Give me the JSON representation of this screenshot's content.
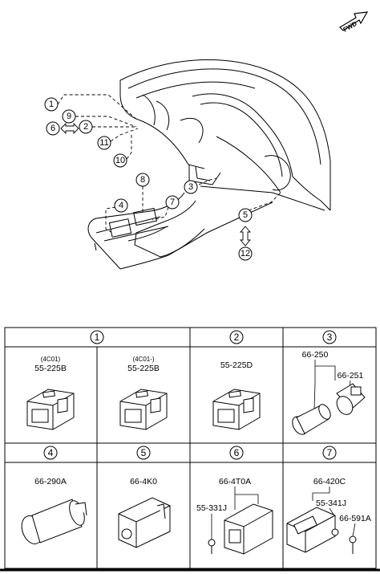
{
  "fwd_label": "FWD",
  "callouts": [
    "1",
    "2",
    "3",
    "4",
    "5",
    "6",
    "7",
    "8",
    "9",
    "10",
    "11",
    "12"
  ],
  "table": {
    "cells": [
      {
        "num": "1",
        "parts": [
          {
            "sub": "(4C01)",
            "pn": "55-225B"
          },
          {
            "sub": "(4C01-)",
            "pn": "55-225B"
          }
        ]
      },
      {
        "num": "2",
        "parts": [
          {
            "pn": "55-225D"
          }
        ]
      },
      {
        "num": "3",
        "parts": [
          {
            "pn": "66-250"
          },
          {
            "pn": "66-251"
          }
        ]
      },
      {
        "num": "4",
        "parts": [
          {
            "pn": "66-290A"
          }
        ]
      },
      {
        "num": "5",
        "parts": [
          {
            "pn": "66-4K0"
          }
        ]
      },
      {
        "num": "6",
        "parts": [
          {
            "pn": "66-4T0A"
          },
          {
            "pn": "55-331J"
          }
        ]
      },
      {
        "num": "7",
        "parts": [
          {
            "pn": "66-420C"
          },
          {
            "pn": "55-341J"
          },
          {
            "pn": "66-591A"
          }
        ]
      }
    ]
  }
}
